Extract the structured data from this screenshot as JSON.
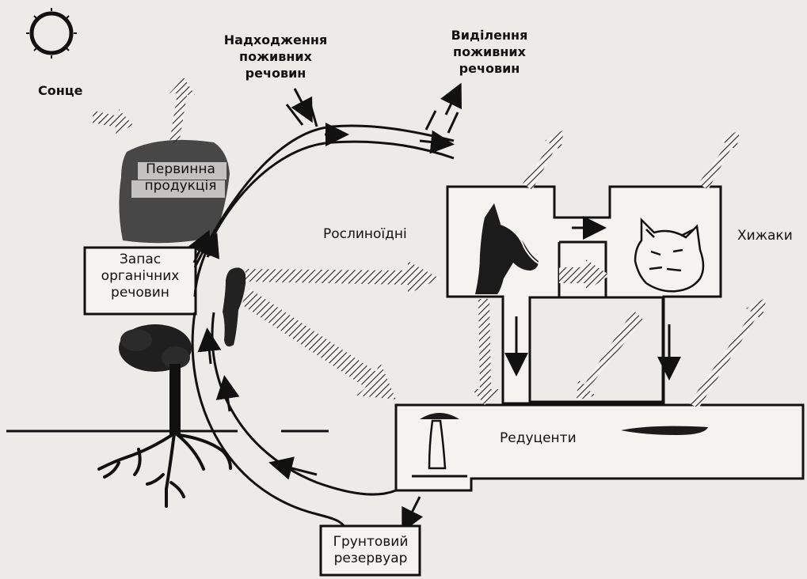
{
  "diagram": {
    "labels": {
      "sun": "Сонце",
      "nutrient_input": [
        "Надходження",
        "поживних",
        "речовин"
      ],
      "nutrient_output": [
        "Виділення",
        "поживних",
        "речовин"
      ],
      "primary_production": [
        "Первинна",
        "продукція"
      ],
      "organic_store": [
        "Запас",
        "органічних",
        "речовин"
      ],
      "herbivores": "Рослиноїдні",
      "carnivores": "Хижаки",
      "decomposers": "Редуценти",
      "soil_reservoir": [
        "Грунтовий",
        "резервуар"
      ]
    },
    "icons": {
      "sun": "sun-icon",
      "grass": "grass-icon",
      "tree": "tree-icon",
      "litter": "leaf-litter-icon",
      "herbivore": "deer-icon",
      "carnivore": "cat-icon",
      "mushroom": "mushroom-icon",
      "carcass": "carcass-icon"
    },
    "colors": {
      "background": "#ecebe8",
      "ink": "#111111",
      "paper": "#f4f3f0"
    }
  }
}
